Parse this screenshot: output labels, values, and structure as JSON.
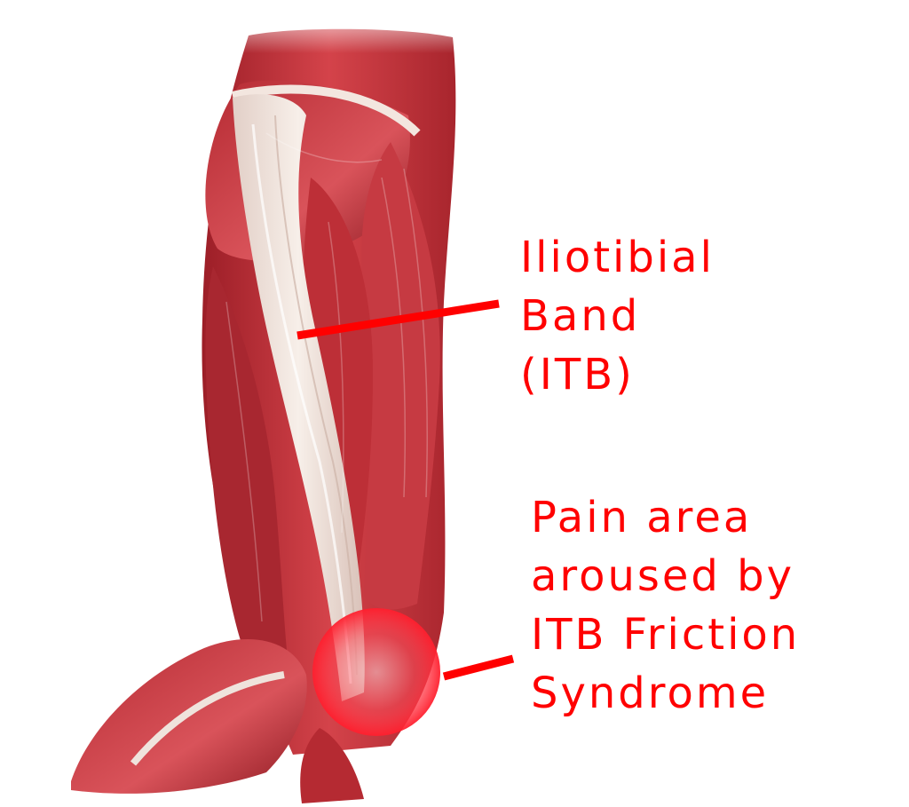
{
  "colors": {
    "background": "#ffffff",
    "label_text": "#ff0000",
    "pointer_line": "#ff0000",
    "muscle": "#c8323a",
    "muscle_dark": "#8e1a22",
    "tendon": "#efe3dc",
    "pain_highlight": "#ff1f2e"
  },
  "labels": {
    "itb": {
      "line1": "Iliotibial",
      "line2": "Band",
      "line3": "(ITB)"
    },
    "pain_area": {
      "line1": "Pain area",
      "line2": "aroused by",
      "line3": "ITB Friction",
      "line4": "Syndrome"
    }
  },
  "icons": {
    "illustration": "leg-muscle-anatomy",
    "highlight": "pain-area-circle"
  }
}
